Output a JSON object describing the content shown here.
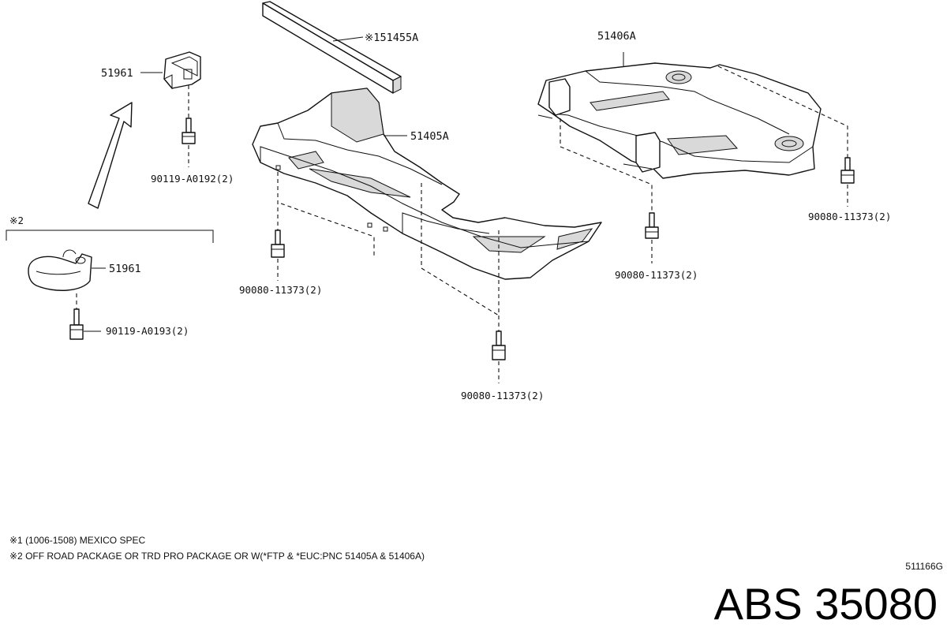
{
  "labels": {
    "p51961_top": "51961",
    "p151455a": "※151455A",
    "p51406a": "51406A",
    "p51405a": "51405A",
    "b90119_a0192": "90119-A0192(2)",
    "group2": "※2",
    "p51961_bottom": "51961",
    "b90119_a0193": "90119-A0193(2)",
    "b90080_left": "90080-11373(2)",
    "b90080_center": "90080-11373(2)",
    "b90080_right_mid": "90080-11373(2)",
    "b90080_far_right": "90080-11373(2)"
  },
  "footnotes": {
    "note1": "※1 (1006-1508) MEXICO SPEC",
    "note2": "※2  OFF ROAD PACKAGE  OR  TRD PRO PACKAGE  OR  W(*FTP & *EUC:PNC 51405A & 51406A)"
  },
  "diagram_code": "511166G",
  "brand_caption": "ABS 35080"
}
